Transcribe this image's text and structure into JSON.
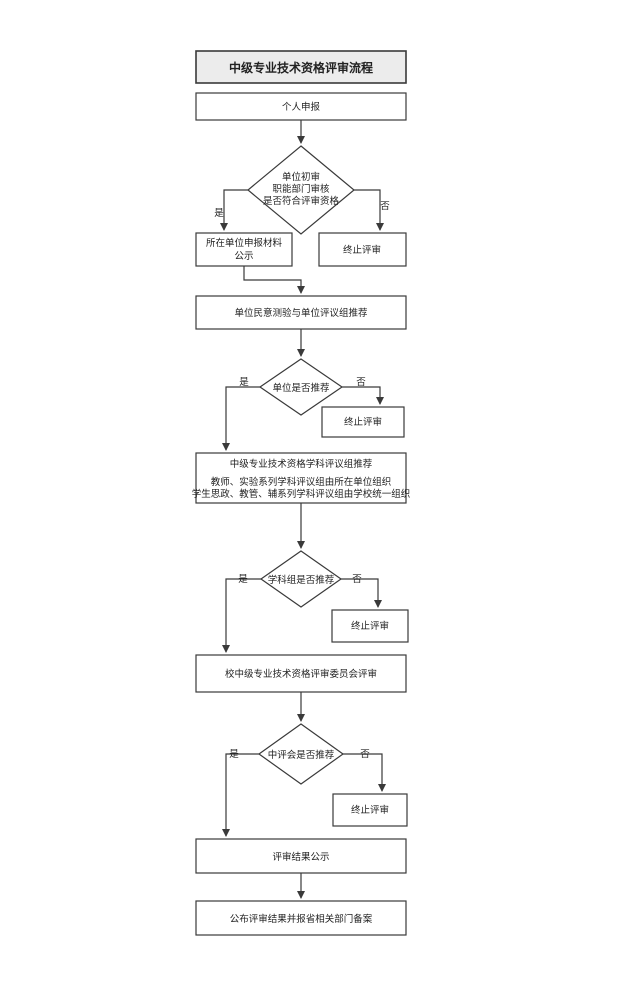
{
  "title": "中级专业技术资格评审流程",
  "nodes": {
    "apply": "个人申报",
    "decision_initial": [
      "单位初审",
      "职能部门审核",
      "是否符合评审资格"
    ],
    "publicize_materials": [
      "所在单位申报材料",
      "公示"
    ],
    "stop": "终止评审",
    "unit_survey": "单位民意测验与单位评议组推荐",
    "decision_unit": "单位是否推荐",
    "subject_group": [
      "中级专业技术资格学科评议组推荐",
      "教师、实验系列学科评议组由所在单位组织",
      "学生思政、教管、辅系列学科评议组由学校统一组织"
    ],
    "decision_subject": "学科组是否推荐",
    "committee": "校中级专业技术资格评审委员会评审",
    "decision_committee": "中评会是否推荐",
    "result_publicize": "评审结果公示",
    "final": "公布评审结果并报省相关部门备案"
  },
  "edge_labels": {
    "yes": "是",
    "no": "否"
  }
}
